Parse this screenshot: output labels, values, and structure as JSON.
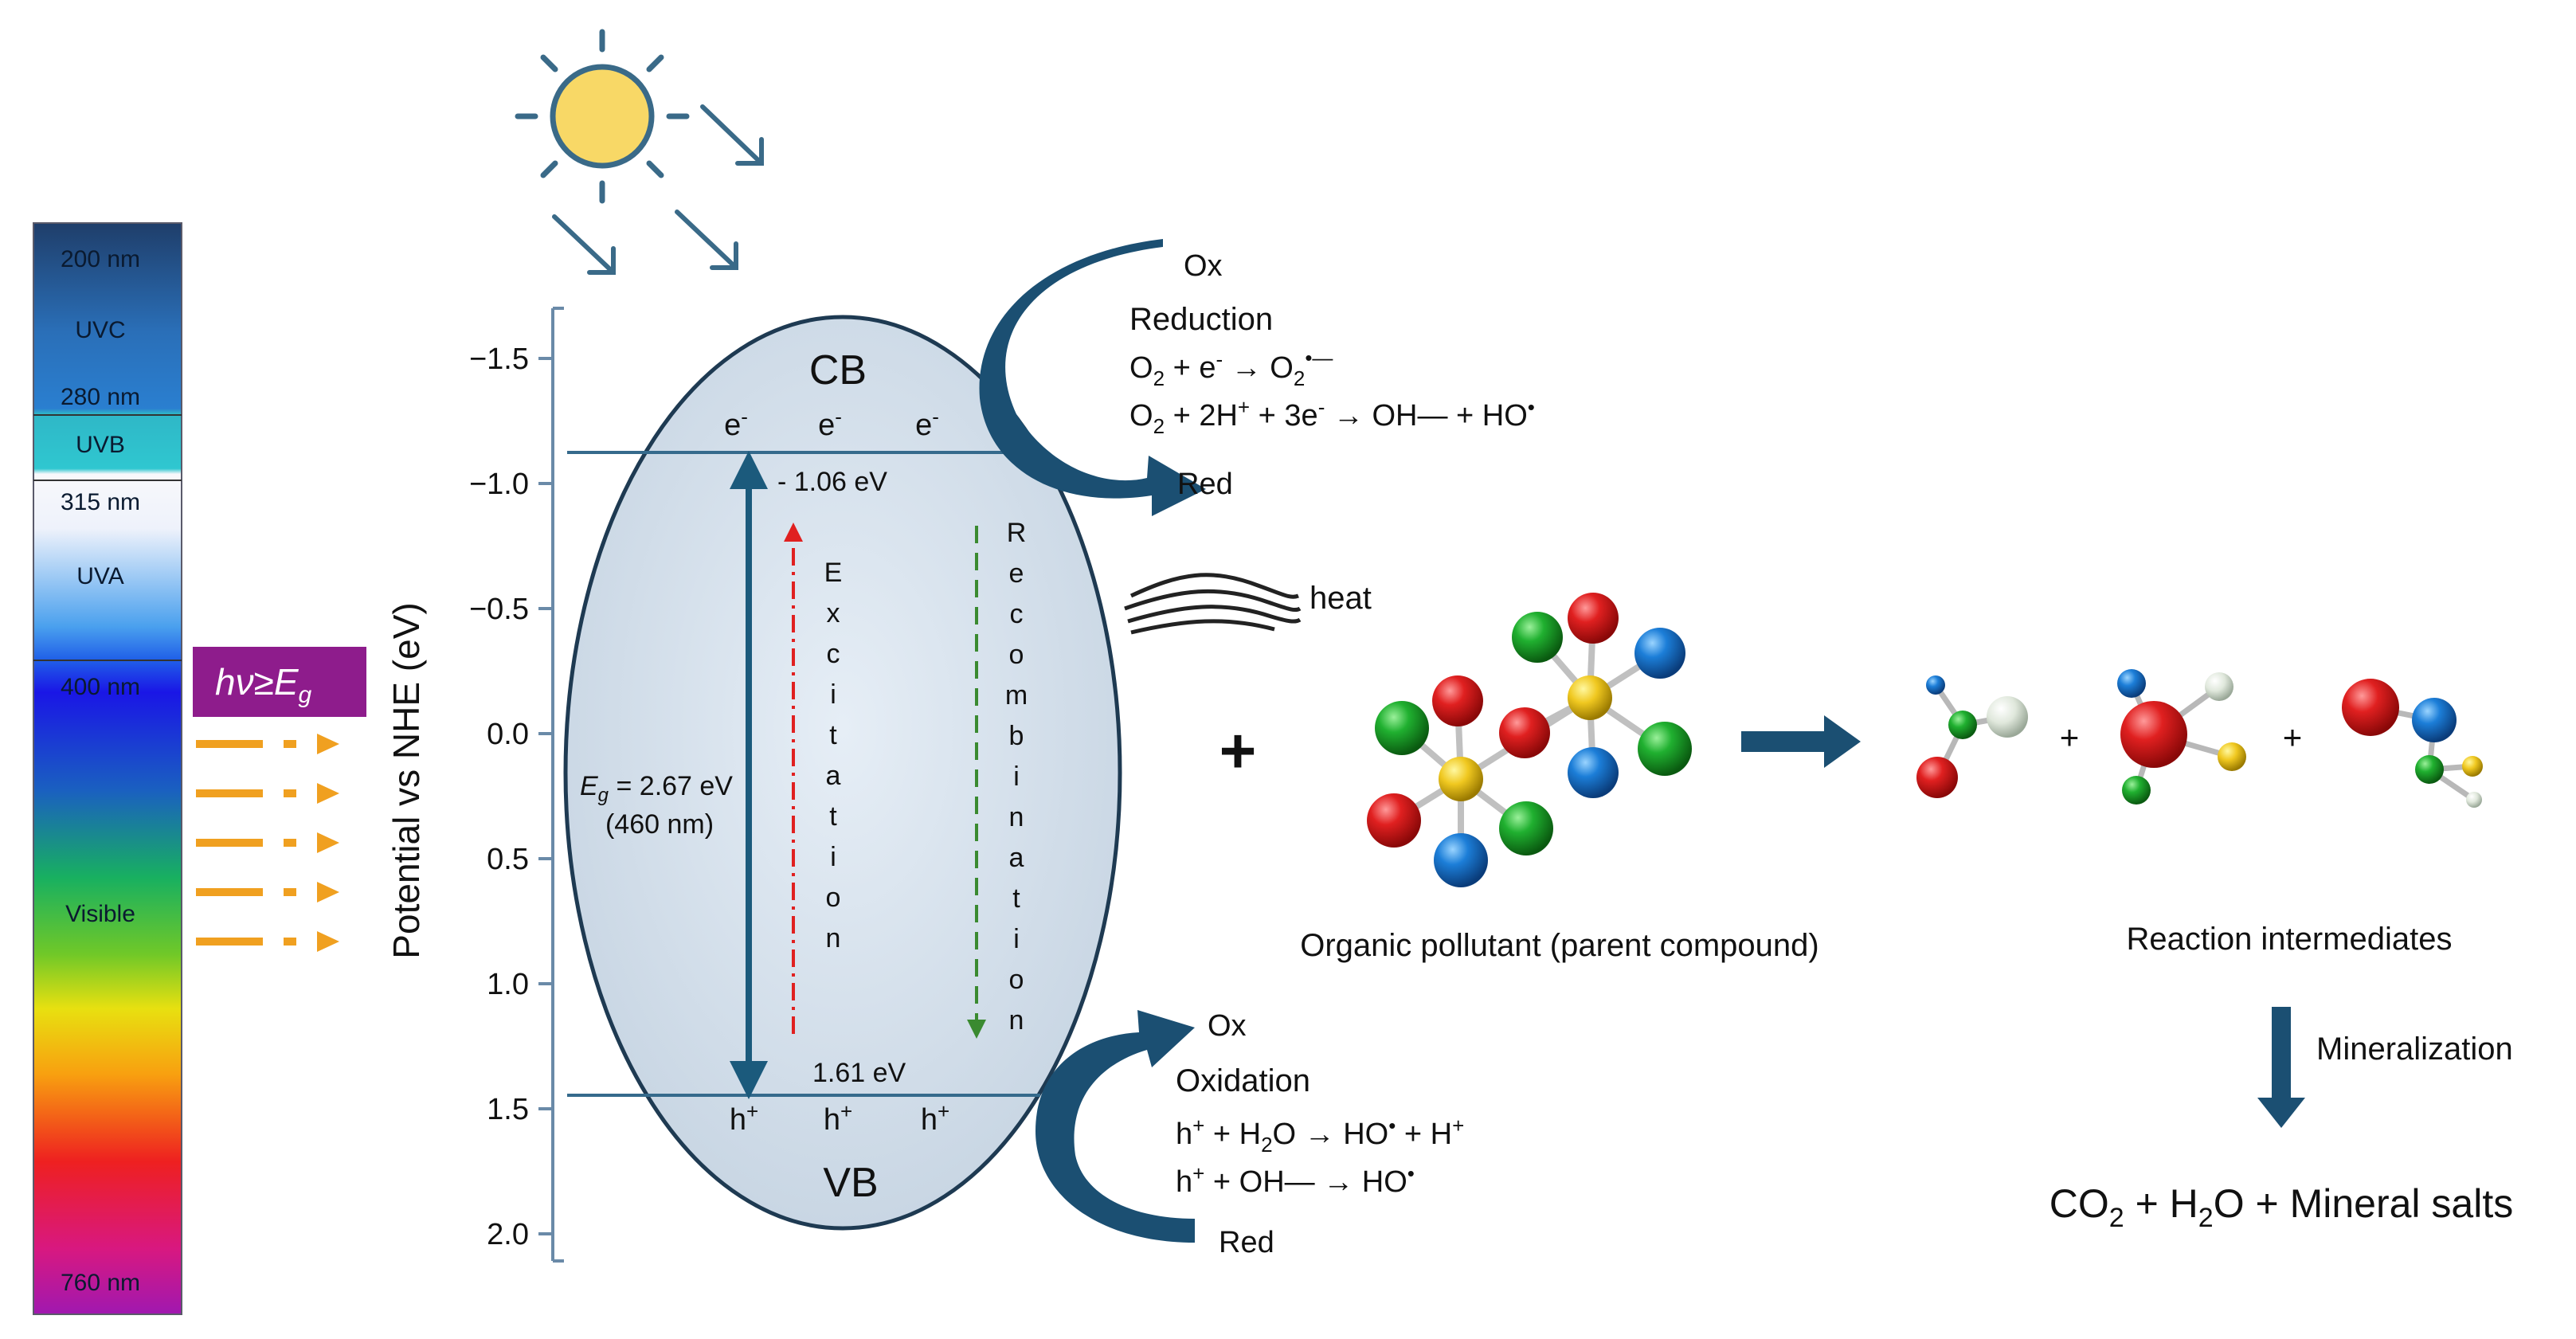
{
  "spectrum": {
    "labels": {
      "nm200": "200 nm",
      "uvc": "UVC",
      "nm280": "280 nm",
      "uvb": "UVB",
      "nm315": "315 nm",
      "uva": "UVA",
      "nm400": "400 nm",
      "visible": "Visible",
      "nm760": "760 nm"
    },
    "colors": [
      "#1f3e6a",
      "#2a6fb8",
      "#2fb7c7",
      "#f8f8fb",
      "#4aa0ee",
      "#1a16e6",
      "#18b060",
      "#d8d810",
      "#ee2020",
      "#a018b0"
    ]
  },
  "photon": {
    "hv": "hν",
    "ge": "≥",
    "eg_base": "E",
    "eg_sub": "g",
    "badge_color": "#8e1c8c",
    "arrow_color": "#f0a020"
  },
  "axis": {
    "label": "Potential vs NHE (eV)",
    "ticks": [
      "−1.5",
      "−1.0",
      "−0.5",
      "0.0",
      "0.5",
      "1.0",
      "1.5",
      "2.0"
    ],
    "tick_values": [
      -1.5,
      -1.0,
      -0.5,
      0.0,
      0.5,
      1.0,
      1.5,
      2.0
    ]
  },
  "semiconductor": {
    "cb": "CB",
    "vb": "VB",
    "electron": "e",
    "minus": "-",
    "hole": "h",
    "plus": "+",
    "cb_energy": "- 1.06 eV",
    "vb_energy": "1.61 eV",
    "bandgap_prefix": "E",
    "bandgap_sub": "g",
    "bandgap_value": " = 2.67 eV",
    "bandgap_nm": "(460 nm)",
    "excitation": "Excitation",
    "recombination": "Recombination",
    "fill_color": "#d4dfea",
    "band_color": "#356a8c"
  },
  "reduction": {
    "ox": "Ox",
    "title": "Reduction",
    "red": "Red",
    "eq1": {
      "a": "O",
      "a_sub": "2",
      "b": " + e",
      "b_sup": "-",
      "c": " → O",
      "c_sub": "2",
      "c_sup": "•—"
    },
    "eq2": {
      "a": "O",
      "a_sub": "2",
      "b": " + 2H",
      "b_sup": "+",
      "c": " + 3e",
      "c_sup": "-",
      "d": " → OH— + HO",
      "d_sup": "•"
    }
  },
  "oxidation": {
    "ox": "Ox",
    "title": "Oxidation",
    "red": "Red",
    "eq1": {
      "a": "h",
      "a_sup": "+",
      "b": " + H",
      "b_sub": "2",
      "c": "O → HO",
      "c_sup": "•",
      "d": " + H",
      "d_sup": "+"
    },
    "eq2": {
      "a": "h",
      "a_sup": "+",
      "b": " + OH— → HO",
      "b_sup": "•"
    }
  },
  "heat": "heat",
  "plus": "+",
  "pollutant_label": "Organic pollutant (parent compound)",
  "intermediates_label": "Reaction intermediates",
  "mineralization": "Mineralization",
  "products": {
    "a": "CO",
    "a_sub": "2",
    "b": " + H",
    "b_sub": "2",
    "c": "O + Mineral salts"
  },
  "colors": {
    "arrow": "#1b4f72",
    "sun": "#f8d866",
    "sun_ray": "#3a6a88"
  }
}
